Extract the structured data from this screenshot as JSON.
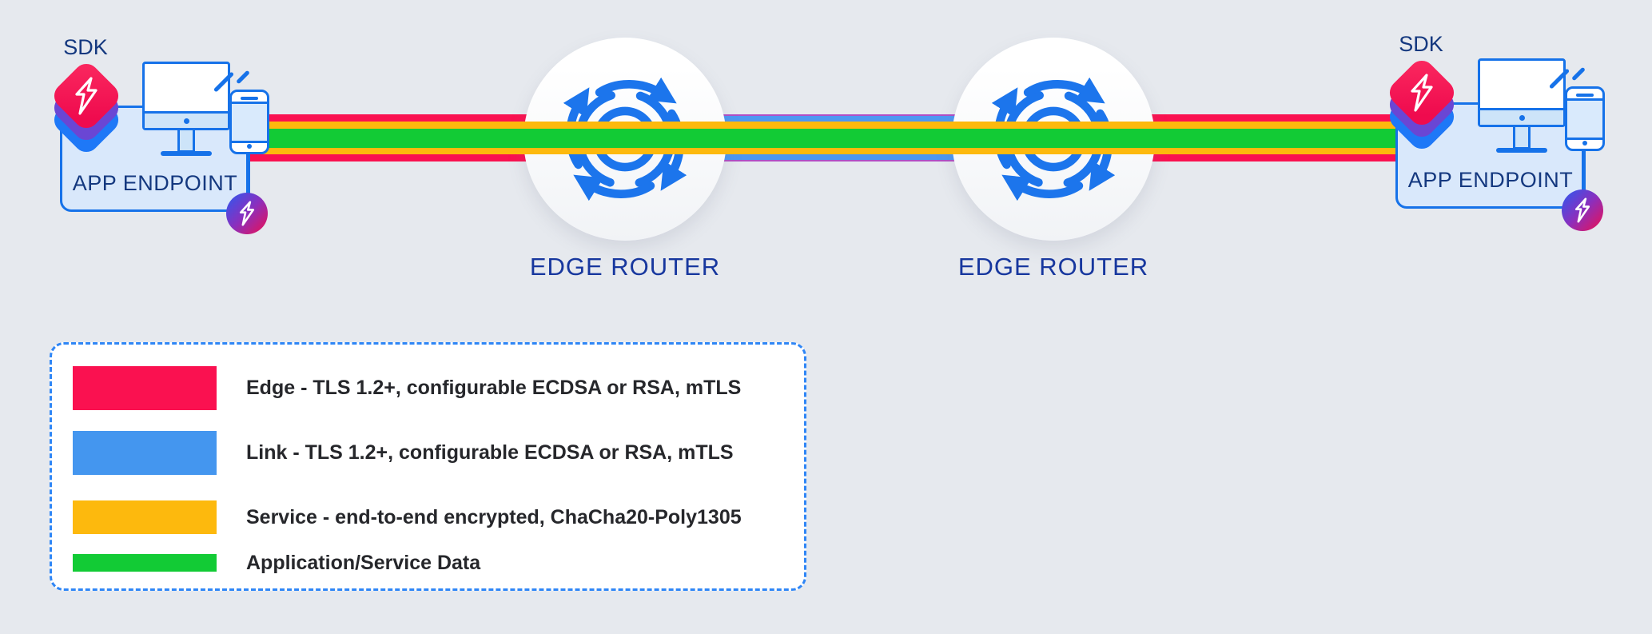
{
  "diagram": {
    "title_hidden": "",
    "left_endpoint": {
      "sdk_label": "SDK",
      "label": "APP ENDPOINT"
    },
    "right_endpoint": {
      "sdk_label": "SDK",
      "label": "APP ENDPOINT"
    },
    "left_router": {
      "label": "EDGE ROUTER",
      "icon_letter": "R"
    },
    "right_router": {
      "label": "EDGE ROUTER",
      "icon_letter": "R"
    },
    "stripes": {
      "edge_color": "#fa1150",
      "link_color": "#4d97f2",
      "service_color": "#fdb90d",
      "data_color": "#12cb35"
    },
    "legend": {
      "items": [
        {
          "color": "#fa1150",
          "label": "Edge - TLS 1.2+, configurable ECDSA or RSA, mTLS"
        },
        {
          "color": "#4496ef",
          "label": "Link - TLS 1.2+, configurable ECDSA or RSA, mTLS"
        },
        {
          "color": "#fdb90d",
          "label": "Service - end-to-end encrypted, ChaCha20-Poly1305"
        },
        {
          "color": "#12cb35",
          "label": "Application/Service Data"
        }
      ]
    }
  }
}
